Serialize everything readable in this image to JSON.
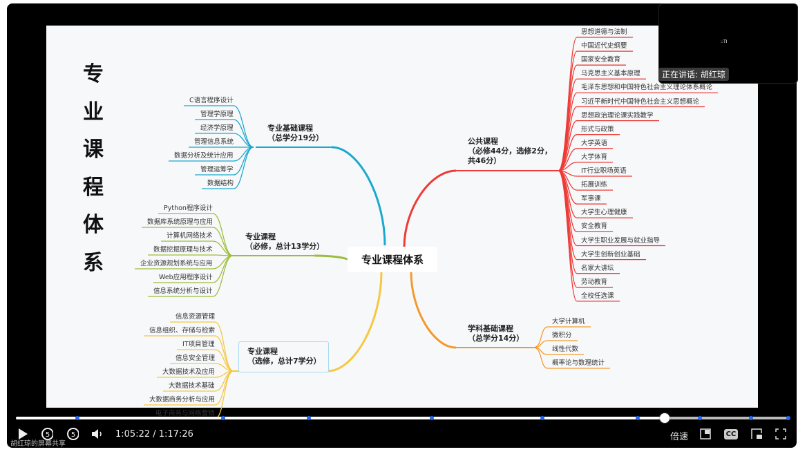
{
  "title_vertical": [
    "专",
    "业",
    "课",
    "程",
    "体",
    "系"
  ],
  "center": "专业课程体系",
  "branches": {
    "foundation": {
      "line1": "专业基础课程",
      "line2": "（总学分19分）",
      "color": "#1aa9cc",
      "items": [
        "C语言程序设计",
        "管理学原理",
        "经济学原理",
        "管理信息系统",
        "数据分析及统计应用",
        "管理运筹学",
        "数据结构"
      ]
    },
    "required": {
      "line1": "专业课程",
      "line2": "（必修，总计13学分）",
      "color": "#9cbd3a",
      "items": [
        "Python程序设计",
        "数据库系统原理与应用",
        "计算机网络技术",
        "数据挖掘原理与技术",
        "企业资源规划系统与应用",
        "Web应用程序设计",
        "信息系统分析与设计"
      ]
    },
    "elective": {
      "line1": "专业课程",
      "line2": "（选修，总计7学分）",
      "color": "#f5c842",
      "items": [
        "信息资源管理",
        "信息组织、存储与检索",
        "IT项目管理",
        "信息安全管理",
        "大数据技术及应用",
        "大数据技术基础",
        "大数据商务分析与应用",
        "电子商务与网络营销"
      ]
    },
    "public": {
      "line1": "公共课程",
      "line2": "（必修44分，选修2分，",
      "line3": "共46分）",
      "color": "#ee3b36",
      "items": [
        "思想道德与法制",
        "中国近代史纲要",
        "国家安全教育",
        "马克思主义基本原理",
        "毛泽东思想和中国特色社会主义理论体系概论",
        "习近平新时代中国特色社会主义思想概论",
        "思想政治理论课实践教学",
        "形式与政策",
        "大学英语",
        "大学体育",
        "IT行业职场英语",
        "拓展训练",
        "军事课",
        "大学生心理健康",
        "安全教育",
        "大学生职业发展与就业指导",
        "大学生创新创业基础",
        "名家大讲坛",
        "劳动教育",
        "全校任选课"
      ]
    },
    "discipline": {
      "line1": "学科基础课程",
      "line2": "（总学分14分）",
      "color": "#f39a2b",
      "items": [
        "大学计算机",
        "微积分",
        "线性代数",
        "概率论与数理统计"
      ]
    }
  },
  "video": {
    "speaker_label": "正在讲话: 胡红琼",
    "cam_text": "::TI",
    "time": "1:05:22 / 1:17:26",
    "progress_fraction": 0.844,
    "speed_label": "倍速",
    "skip_back": "5",
    "skip_forward": "5",
    "cc_label": "CC",
    "share_label": "胡红琼的屏幕共享"
  }
}
